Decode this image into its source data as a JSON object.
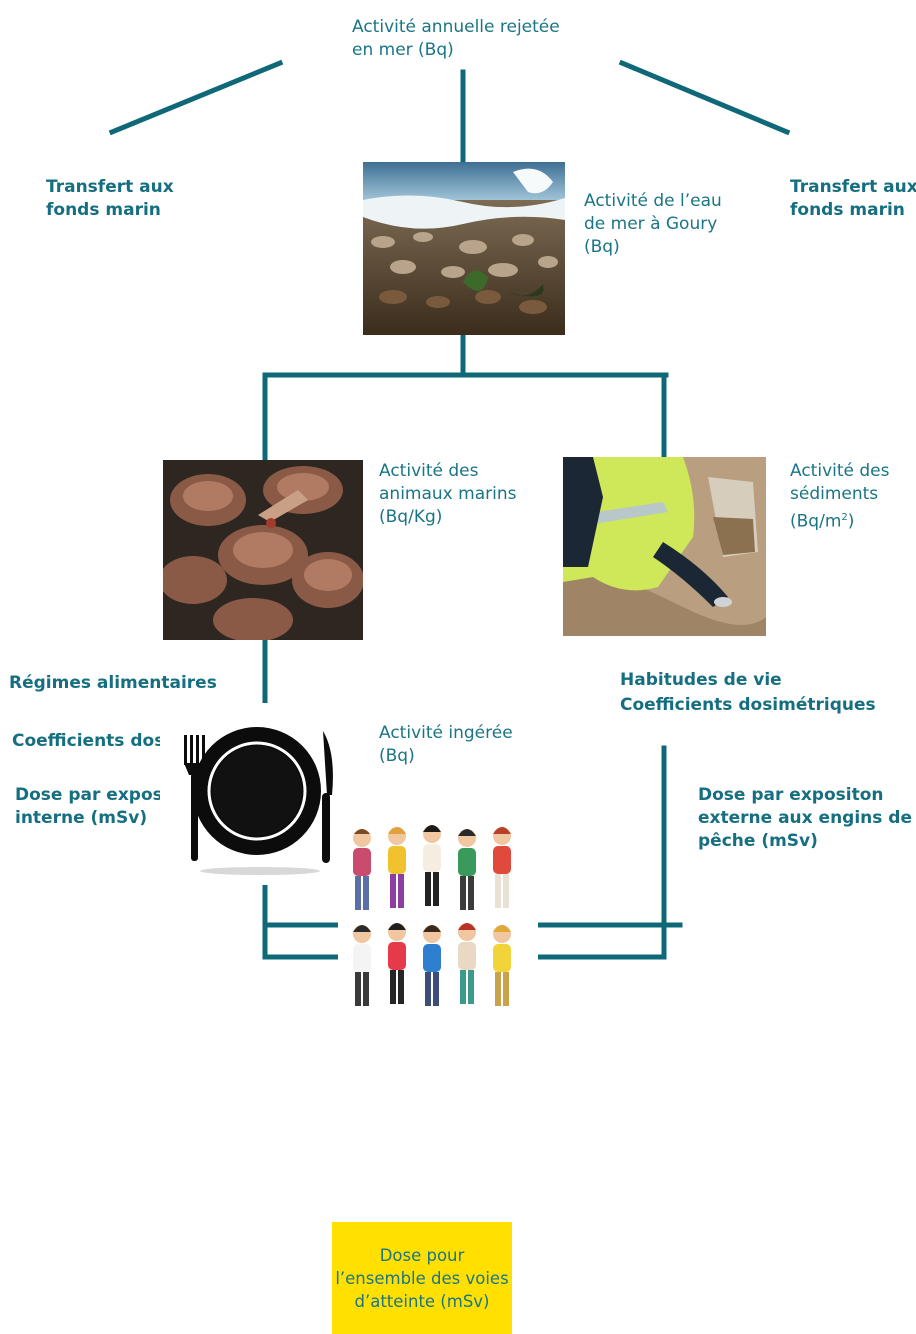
{
  "nodes": {
    "top_activity": "Activité annuelle rejetée en mer (Bq)",
    "left_transfer": "Transfert aux fonds marin",
    "right_transfer": "Transfert aux fonds marin",
    "seawater": "Activité de l’eau de mer à Goury (Bq)",
    "animals": "Activité des animaux marins (Bq/Kg)",
    "sediments_main": "Activité des sédiments (Bq/m",
    "sediments_sup": "2",
    "sediments_close": ")",
    "diets": "Régimes alimentaires",
    "habits_line1": "Habitudes de vie",
    "habits_line2": "Coefficients dosimétriques",
    "ingested": "Activité ingérée (Bq)",
    "coefficients": "Coefficients dosimétriques",
    "dose_internal": "Dose par expositon interne (mSv)",
    "dose_external": "Dose par expositon externe aux engins de pêche (mSv)",
    "dose_total": "Dose pour l’ensemble des voies d’atteinte (mSv)"
  },
  "images": {
    "seawater_photo": "sea-shore-pebbles-photo",
    "crabs_photo": "crabs-photo",
    "sediment_photo": "sediment-sampling-photo",
    "plate_icon": "plate-fork-knife-icon",
    "people_illustration": "cartoon-people-group"
  },
  "colors": {
    "connector": "#0e6878",
    "text": "#1a7585",
    "highlight": "#ffe000"
  }
}
